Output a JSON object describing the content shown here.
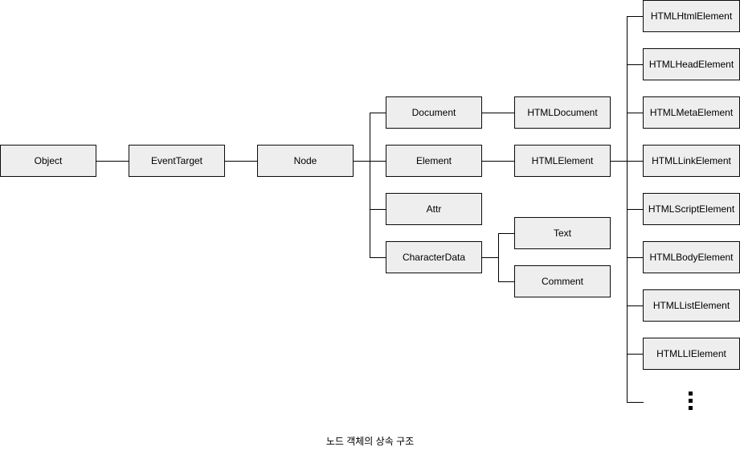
{
  "diagram": {
    "caption": "노드 객체의 상속 구조",
    "ellipsis_glyph": "⋮",
    "colors": {
      "box_fill": "#eeeeee",
      "box_border": "#0b0b0b",
      "line": "#000000",
      "text": "#000000",
      "background": "#ffffff"
    },
    "nodes": {
      "object": {
        "label": "Object"
      },
      "event_target": {
        "label": "EventTarget"
      },
      "node": {
        "label": "Node"
      },
      "document": {
        "label": "Document"
      },
      "element": {
        "label": "Element"
      },
      "attr": {
        "label": "Attr"
      },
      "character_data": {
        "label": "CharacterData"
      },
      "html_document": {
        "label": "HTMLDocument"
      },
      "html_element": {
        "label": "HTMLElement"
      },
      "text": {
        "label": "Text"
      },
      "comment": {
        "label": "Comment"
      },
      "html_html_element": {
        "label": "HTMLHtmlElement"
      },
      "html_head_element": {
        "label": "HTMLHeadElement"
      },
      "html_meta_element": {
        "label": "HTMLMetaElement"
      },
      "html_link_element": {
        "label": "HTMLLinkElement"
      },
      "html_script_element": {
        "label": "HTMLScriptElement"
      },
      "html_body_element": {
        "label": "HTMLBodyElement"
      },
      "html_list_element": {
        "label": "HTMLListElement"
      },
      "html_li_element": {
        "label": "HTMLLIElement"
      }
    },
    "edges": [
      [
        "Object",
        "EventTarget"
      ],
      [
        "EventTarget",
        "Node"
      ],
      [
        "Node",
        "Document"
      ],
      [
        "Node",
        "Element"
      ],
      [
        "Node",
        "Attr"
      ],
      [
        "Node",
        "CharacterData"
      ],
      [
        "Document",
        "HTMLDocument"
      ],
      [
        "Element",
        "HTMLElement"
      ],
      [
        "CharacterData",
        "Text"
      ],
      [
        "CharacterData",
        "Comment"
      ],
      [
        "HTMLElement",
        "HTMLHtmlElement"
      ],
      [
        "HTMLElement",
        "HTMLHeadElement"
      ],
      [
        "HTMLElement",
        "HTMLMetaElement"
      ],
      [
        "HTMLElement",
        "HTMLLinkElement"
      ],
      [
        "HTMLElement",
        "HTMLScriptElement"
      ],
      [
        "HTMLElement",
        "HTMLBodyElement"
      ],
      [
        "HTMLElement",
        "HTMLListElement"
      ],
      [
        "HTMLElement",
        "HTMLLIElement"
      ],
      [
        "HTMLElement",
        "⋮"
      ]
    ]
  }
}
